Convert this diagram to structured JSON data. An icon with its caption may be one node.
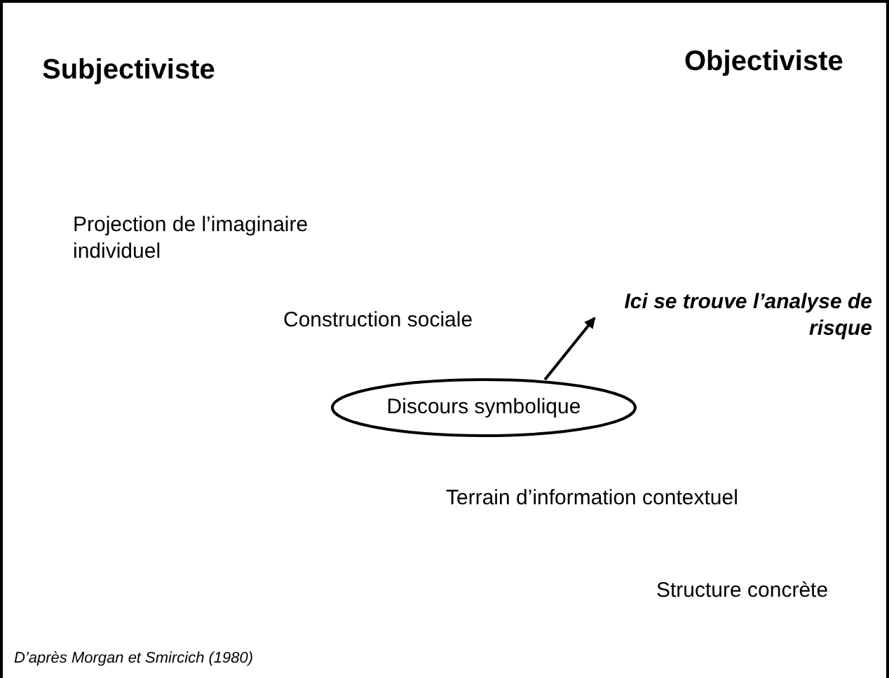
{
  "diagram": {
    "nodes": [
      {
        "text": [
          "Ici se trouve l’analyse de risque"
        ]
      },
      {
        "text": [
          "Discours symbolique"
        ]
      }
    ],
    "edges": [
      {
        "from": 1,
        "to": 0,
        "arrow": "to"
      }
    ],
    "labels": [
      "Subjectiviste",
      "Objectiviste",
      "Projection de l’imaginaire individuel",
      "Construction sociale",
      "Terrain d’information contextuel",
      "Structure concrète",
      "D’après Morgan et Smircich (1980)"
    ]
  }
}
